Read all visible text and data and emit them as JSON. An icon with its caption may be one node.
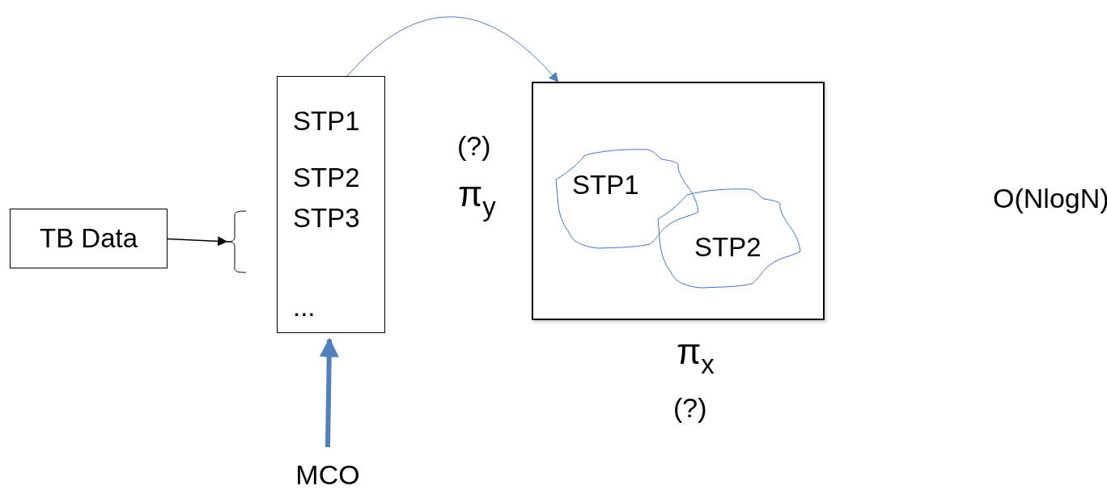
{
  "diagram": {
    "nodes": [
      {
        "text": [
          "TB Data"
        ]
      },
      {
        "text": [],
        "shape": "bracket"
      },
      {
        "text": [
          "STP1",
          "STP2",
          "STP3",
          "..."
        ]
      },
      {
        "text": [
          "MCO"
        ]
      },
      {
        "text": [],
        "shape": "box"
      },
      {
        "text": [
          "STP1"
        ],
        "in": 4
      },
      {
        "text": [
          "STP2"
        ],
        "in": 4
      }
    ],
    "edges": [
      {
        "from": 0,
        "to": 1,
        "arrow": "to",
        "color": "#000000"
      },
      {
        "from": 3,
        "to": 2,
        "arrow": "to",
        "style": "thick",
        "color": "#4f81bd"
      },
      {
        "from": 2,
        "to": 4,
        "arrow": "to",
        "color": "#4f81bd"
      }
    ],
    "labels": [
      "(?)",
      "π$_{y}$",
      "π$_{x}$",
      "(?)",
      "O(NlogN)"
    ]
  }
}
